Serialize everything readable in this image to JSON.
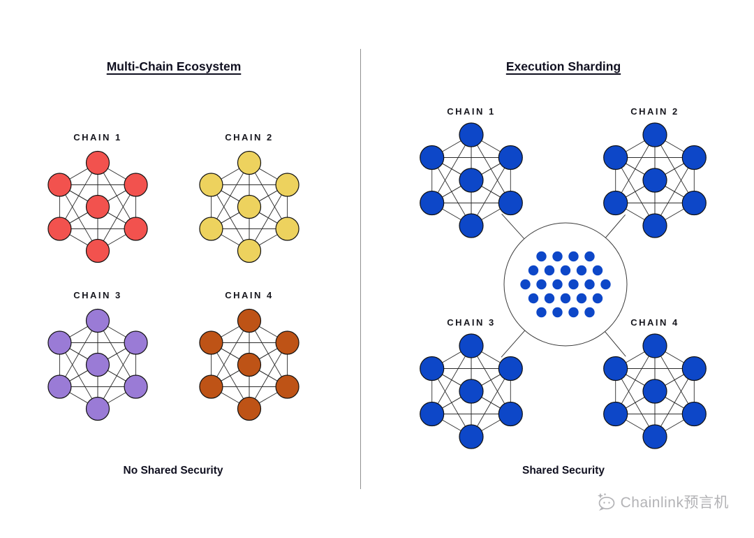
{
  "left_panel": {
    "title": "Multi-Chain Ecosystem",
    "caption": "No Shared Security",
    "chains": [
      {
        "label": "CHAIN 1",
        "color": "#F2524E"
      },
      {
        "label": "CHAIN 2",
        "color": "#EDD25E"
      },
      {
        "label": "CHAIN 3",
        "color": "#9A7BD6"
      },
      {
        "label": "CHAIN 4",
        "color": "#BE5316"
      }
    ]
  },
  "right_panel": {
    "title": "Execution Sharding",
    "caption": "Shared Security",
    "node_color": "#0D47C8",
    "chains": [
      {
        "label": "CHAIN 1"
      },
      {
        "label": "CHAIN 2"
      },
      {
        "label": "CHAIN 3"
      },
      {
        "label": "CHAIN 4"
      }
    ],
    "hub_dot_rows": [
      4,
      5,
      6,
      5,
      4
    ]
  },
  "diagram": {
    "nodes_per_cluster": 7,
    "topology": "complete-graph",
    "outline_color": "#2b2b2b"
  },
  "watermark": {
    "text": "Chainlink预言机",
    "color": "#b3b3b6"
  }
}
